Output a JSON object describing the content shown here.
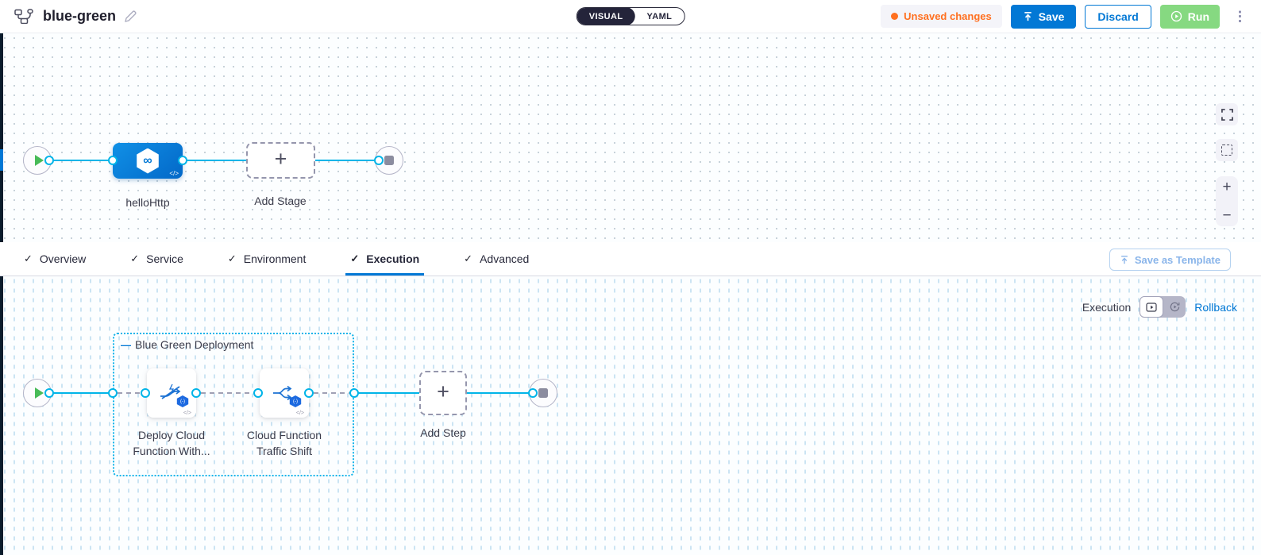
{
  "header": {
    "title": "blue-green",
    "mode_toggle": {
      "options": [
        "VISUAL",
        "YAML"
      ],
      "selected": "VISUAL"
    },
    "unsaved_badge": "Unsaved changes",
    "save_label": "Save",
    "discard_label": "Discard",
    "run_label": "Run"
  },
  "stage_canvas": {
    "stage_label": "helloHttp",
    "add_stage_label": "Add Stage"
  },
  "tabs": {
    "items": [
      {
        "label": "Overview",
        "checked": true
      },
      {
        "label": "Service",
        "checked": true
      },
      {
        "label": "Environment",
        "checked": true
      },
      {
        "label": "Execution",
        "checked": true
      },
      {
        "label": "Advanced",
        "checked": true
      }
    ],
    "selected": "Execution",
    "save_as_template_label": "Save as Template"
  },
  "execution_canvas": {
    "mode_label": "Execution",
    "rollback_label": "Rollback",
    "group_label": "Blue Green Deployment",
    "steps": [
      {
        "label": "Deploy Cloud Function With..."
      },
      {
        "label": "Cloud Function Traffic Shift"
      }
    ],
    "add_step_label": "Add Step"
  },
  "icons": {
    "plus": "+",
    "minus": "−",
    "kebab": "⋮",
    "check": "✓",
    "code": "</>",
    "infinity": "∞",
    "collapse_dash": "—",
    "function_badge": "(-)"
  },
  "colors": {
    "accent_blue": "#0278d5",
    "link_cyan": "#00b4e8",
    "run_green": "#86d981",
    "warning_orange": "#ff7020",
    "dark_nav": "#0b1c2c"
  }
}
